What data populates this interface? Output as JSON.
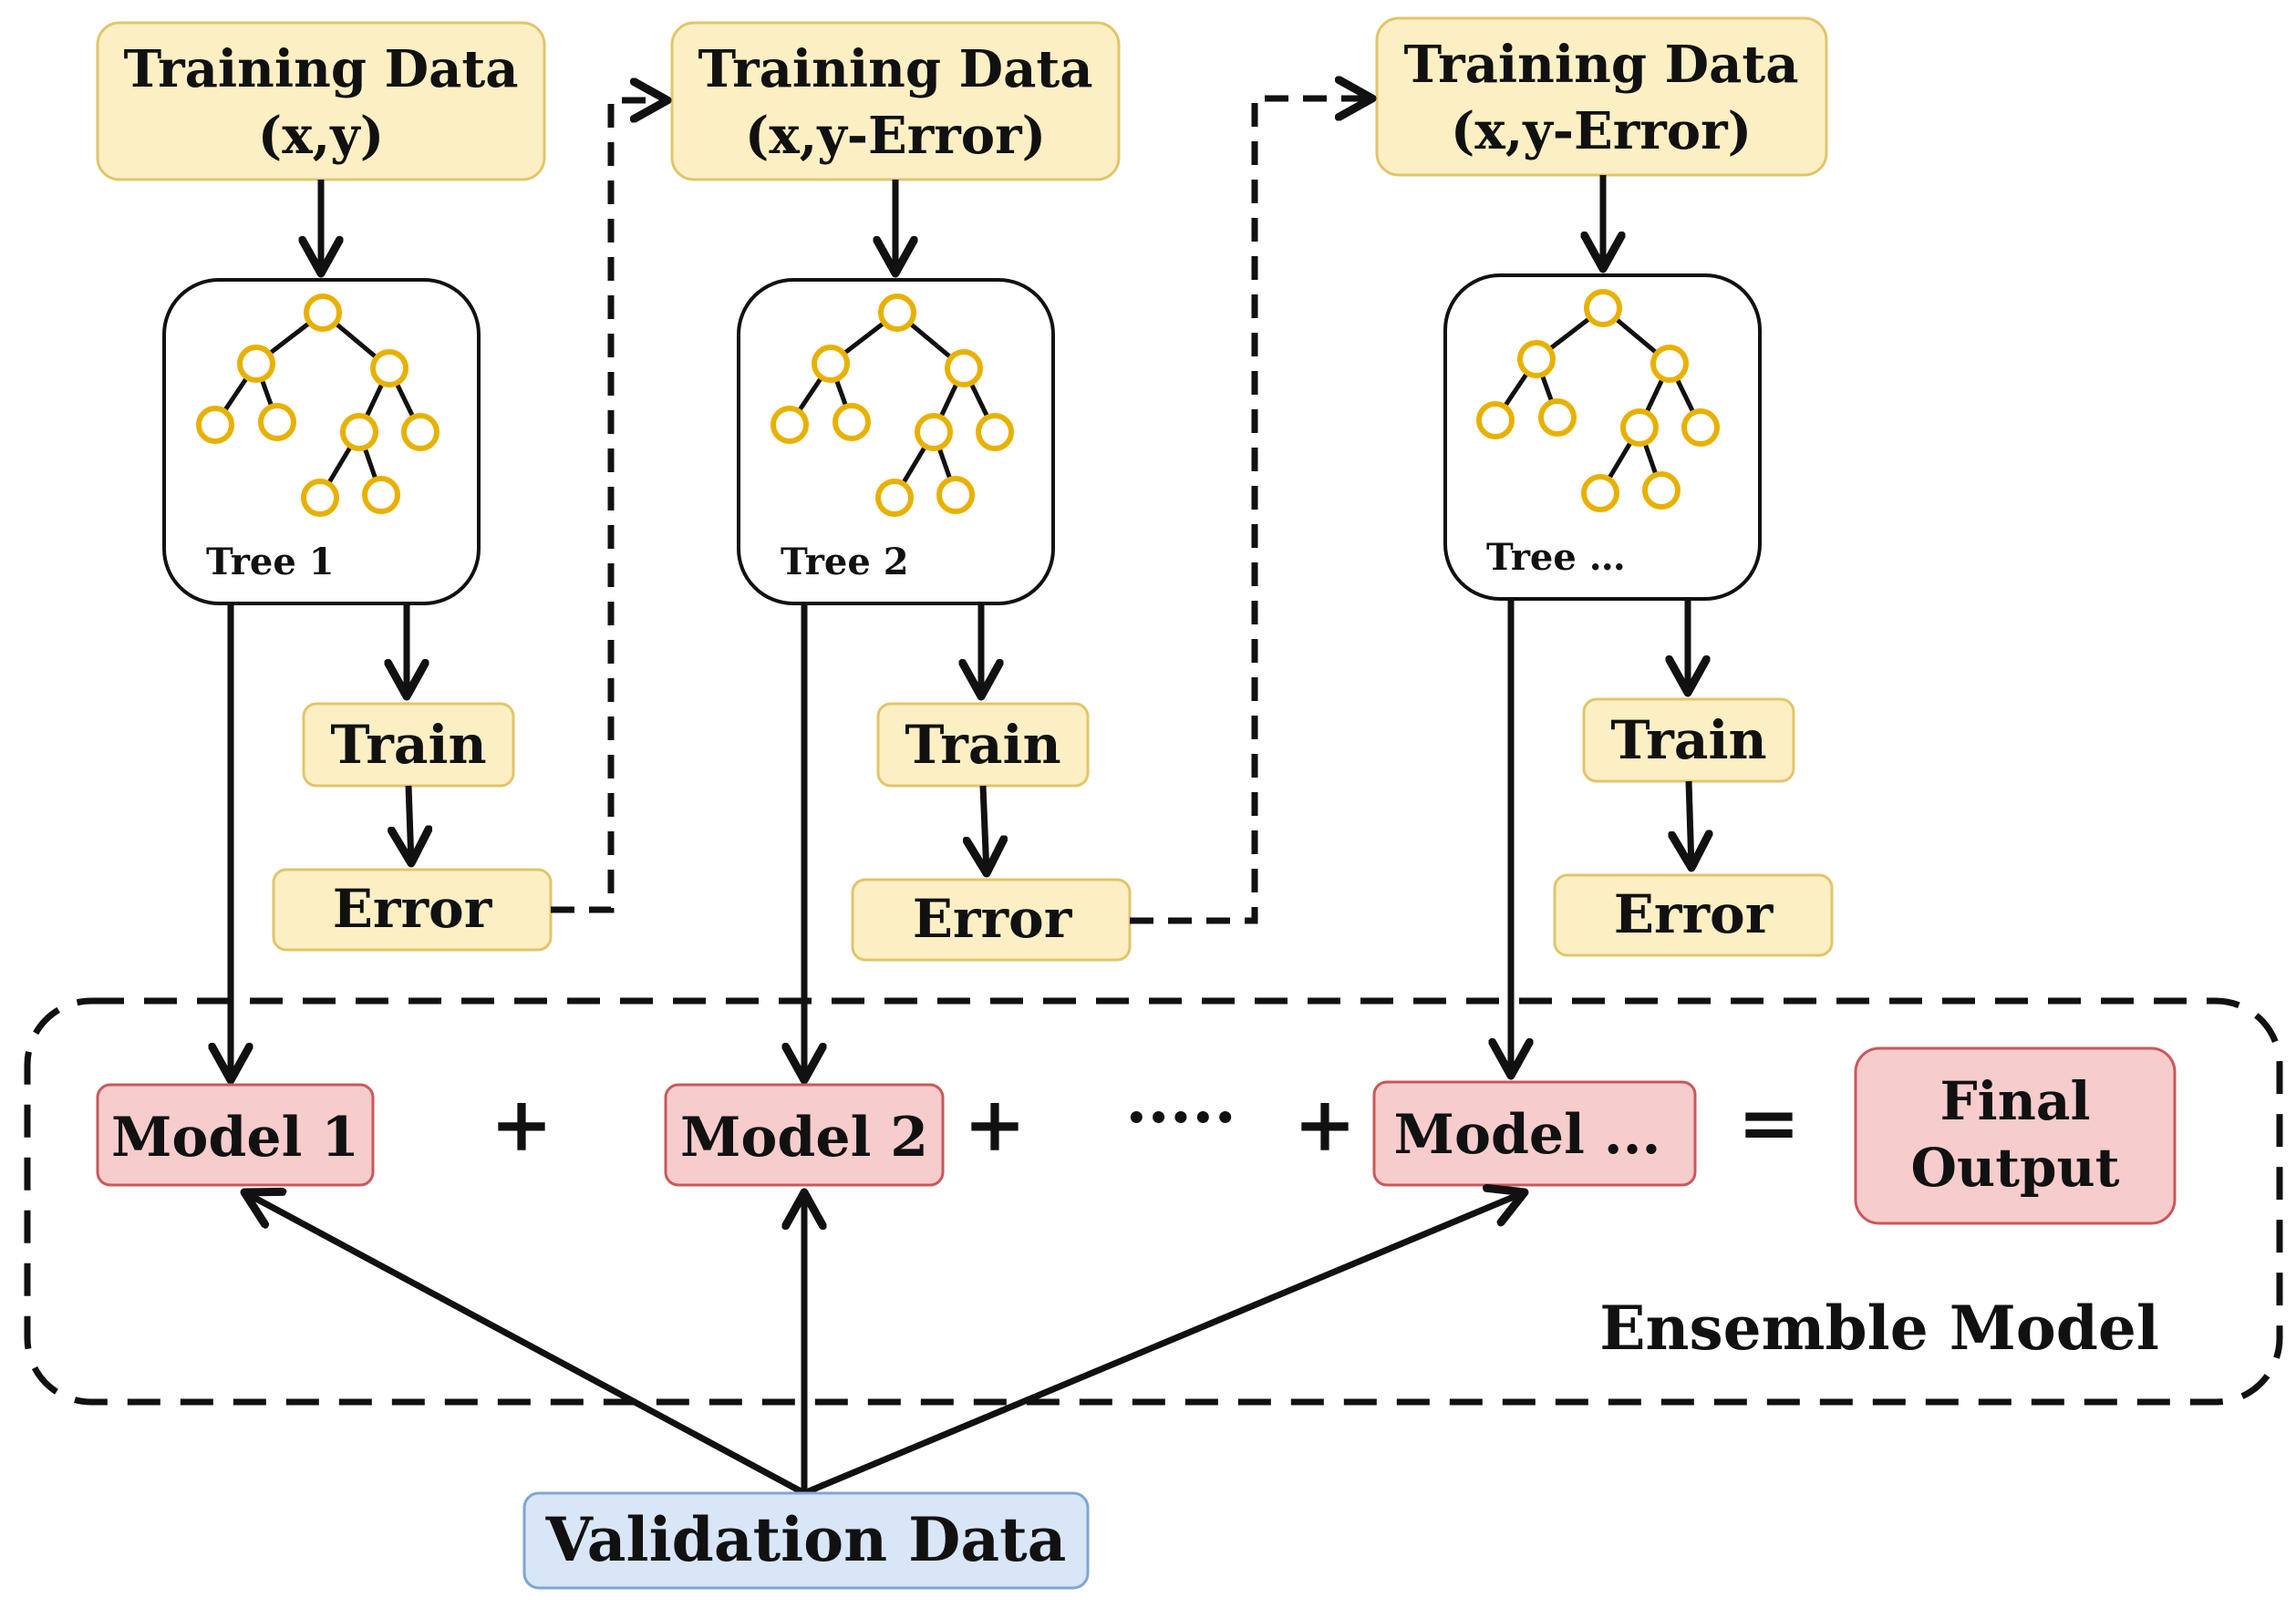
{
  "colors": {
    "data_fill": "#fcefc4",
    "data_stroke": "#e2c56a",
    "model_fill": "#f6cccd",
    "model_stroke": "#c9585a",
    "validation_fill": "#d8e6f7",
    "validation_stroke": "#7ea6d6",
    "tree_node": "#e8b100",
    "line": "#111111"
  },
  "columns": [
    {
      "training_line1": "Training Data",
      "training_line2": "(x,y)",
      "tree_label": "Tree 1",
      "train_label": "Train",
      "error_label": "Error",
      "model_label": "Model 1"
    },
    {
      "training_line1": "Training Data",
      "training_line2": "(x,y-Error)",
      "tree_label": "Tree 2",
      "train_label": "Train",
      "error_label": "Error",
      "model_label": "Model 2"
    },
    {
      "training_line1": "Training Data",
      "training_line2": "(x,y-Error)",
      "tree_label": "Tree …",
      "train_label": "Train",
      "error_label": "Error",
      "model_label": "Model ..."
    }
  ],
  "operators": {
    "plus": "+",
    "ellipsis": "·····",
    "equals": "="
  },
  "final_output": {
    "line1": "Final",
    "line2": "Output"
  },
  "ensemble_label": "Ensemble Model",
  "validation_label": "Validation Data"
}
